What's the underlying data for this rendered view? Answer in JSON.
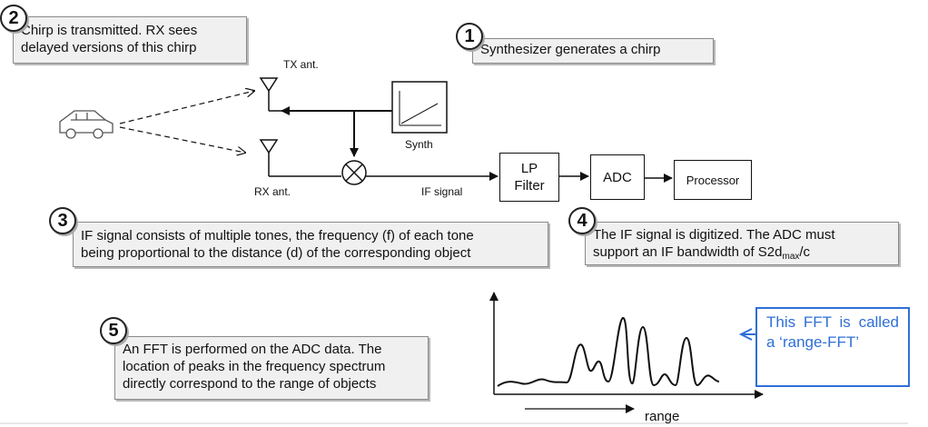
{
  "callouts": {
    "c1": {
      "number": "1",
      "text": "Synthesizer generates a chirp"
    },
    "c2": {
      "number": "2",
      "line1": "Chirp is transmitted. RX sees",
      "line2": "delayed versions of this chirp"
    },
    "c3": {
      "number": "3",
      "line1": "IF signal consists of multiple tones, the frequency (f) of each tone",
      "line2": "being proportional to the distance (d) of the corresponding object"
    },
    "c4": {
      "number": "4",
      "line1": "The IF signal is digitized. The ADC must",
      "line2_prefix": "support an IF bandwidth of S2d",
      "line2_sub": "max",
      "line2_suffix": "/c"
    },
    "c5": {
      "number": "5",
      "line1": "An FFT is performed on the ADC data. The",
      "line2": "location of peaks in the frequency spectrum",
      "line3": "directly correspond to the range of objects"
    }
  },
  "labels": {
    "tx_ant": "TX ant.",
    "rx_ant": "RX ant.",
    "synth": "Synth",
    "if_signal": "IF signal",
    "lp_filter_1": "LP",
    "lp_filter_2": "Filter",
    "adc": "ADC",
    "processor": "Processor",
    "range": "range"
  },
  "note": {
    "text": "This FFT is called a ‘range-FFT’"
  },
  "colors": {
    "accent": "#2f6fd6",
    "callout_bg": "#f0f0f0"
  }
}
